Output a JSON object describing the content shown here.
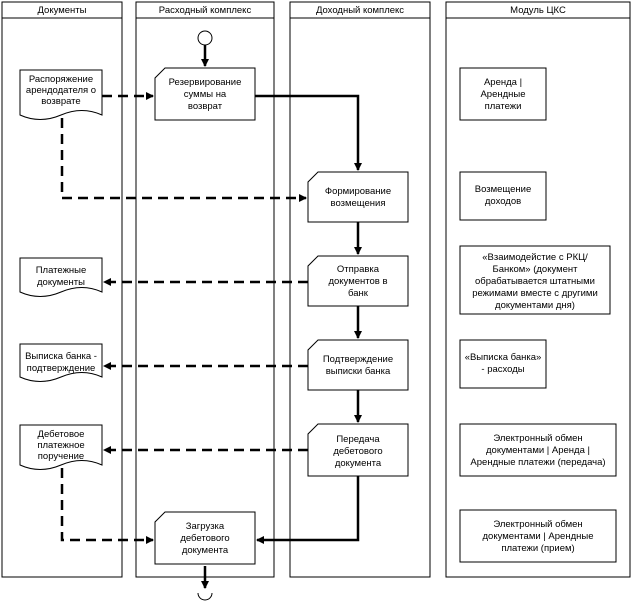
{
  "lanes": [
    {
      "id": "docs",
      "title": "Документы"
    },
    {
      "id": "expense",
      "title": "Расходный комплекс"
    },
    {
      "id": "income",
      "title": "Доходный комплекс"
    },
    {
      "id": "cks",
      "title": "Модуль ЦКС"
    }
  ],
  "documents": [
    {
      "id": "doc-return-order",
      "lines": [
        "Распоряжение",
        "арендодателя о",
        "возврате"
      ]
    },
    {
      "id": "doc-payment-docs",
      "lines": [
        "Платежные",
        "документы"
      ]
    },
    {
      "id": "doc-bank-statement",
      "lines": [
        "Выписка банка -",
        "подтверждение"
      ]
    },
    {
      "id": "doc-debit-order",
      "lines": [
        "Дебетовое",
        "платежное",
        "поручение"
      ]
    }
  ],
  "processes": [
    {
      "id": "proc-reserve",
      "lines": [
        "Резервирование",
        "суммы на",
        "возврат"
      ]
    },
    {
      "id": "proc-form",
      "lines": [
        "Формирование",
        "возмещения"
      ]
    },
    {
      "id": "proc-send",
      "lines": [
        "Отправка",
        "документов в",
        "банк"
      ]
    },
    {
      "id": "proc-confirm",
      "lines": [
        "Подтверждение",
        "выписки банка"
      ]
    },
    {
      "id": "proc-transfer",
      "lines": [
        "Передача",
        "дебетового",
        "документа"
      ]
    },
    {
      "id": "proc-load",
      "lines": [
        "Загрузка",
        "дебетового",
        "документа"
      ]
    }
  ],
  "modules": [
    {
      "id": "mod-rent",
      "lines": [
        "Аренда |",
        "Арендные",
        "платежи"
      ]
    },
    {
      "id": "mod-income-refund",
      "lines": [
        "Возмещение",
        "доходов"
      ]
    },
    {
      "id": "mod-bank-interaction",
      "lines": [
        "«Взаимодейстие с РКЦ/",
        "Банком» (документ",
        "обрабатывается штатными",
        "режимами вместе с другими",
        "документами дня)"
      ]
    },
    {
      "id": "mod-bank-statement",
      "lines": [
        "«Выписка банка»",
        "- расходы"
      ]
    },
    {
      "id": "mod-edi-send",
      "lines": [
        "Электронный обмен",
        "документами | Аренда |",
        "Арендные платежи (передача)"
      ]
    },
    {
      "id": "mod-edi-receive",
      "lines": [
        "Электронный обмен",
        "документами | Арендные",
        "платежи (прием)"
      ]
    }
  ]
}
